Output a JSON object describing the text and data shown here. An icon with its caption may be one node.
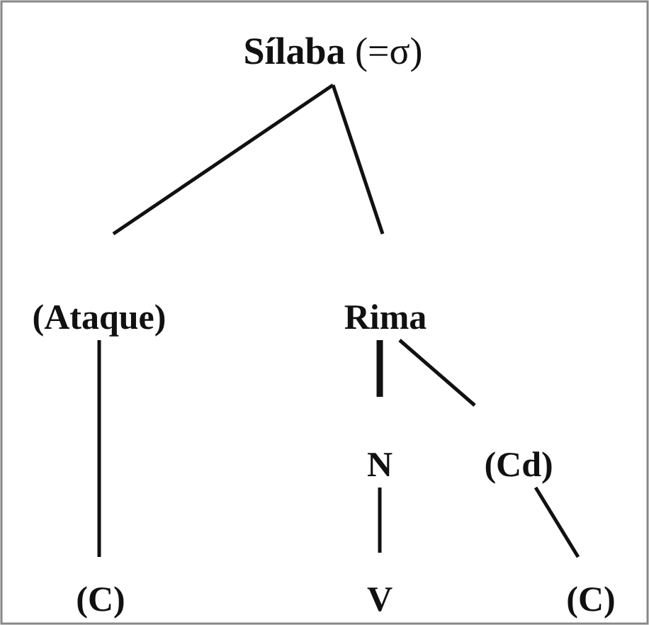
{
  "diagram": {
    "nodes": [
      {
        "text": [
          "**Sílaba** (=σ)"
        ]
      },
      {
        "text": [
          "(Ataque)"
        ]
      },
      {
        "text": [
          "Rima"
        ]
      },
      {
        "text": [
          "N"
        ]
      },
      {
        "text": [
          "(Cd)"
        ]
      },
      {
        "text": [
          "(C)"
        ]
      },
      {
        "text": [
          "V"
        ]
      },
      {
        "text": [
          "(C)"
        ]
      }
    ],
    "edges": [
      {
        "from": 0,
        "to": 1,
        "arrow": "none"
      },
      {
        "from": 0,
        "to": 2,
        "arrow": "none"
      },
      {
        "from": 1,
        "to": 5,
        "arrow": "none"
      },
      {
        "from": 2,
        "to": 3,
        "arrow": "none",
        "style": "thick"
      },
      {
        "from": 2,
        "to": 4,
        "arrow": "none"
      },
      {
        "from": 3,
        "to": 6,
        "arrow": "none"
      },
      {
        "from": 4,
        "to": 7,
        "arrow": "none"
      }
    ]
  }
}
